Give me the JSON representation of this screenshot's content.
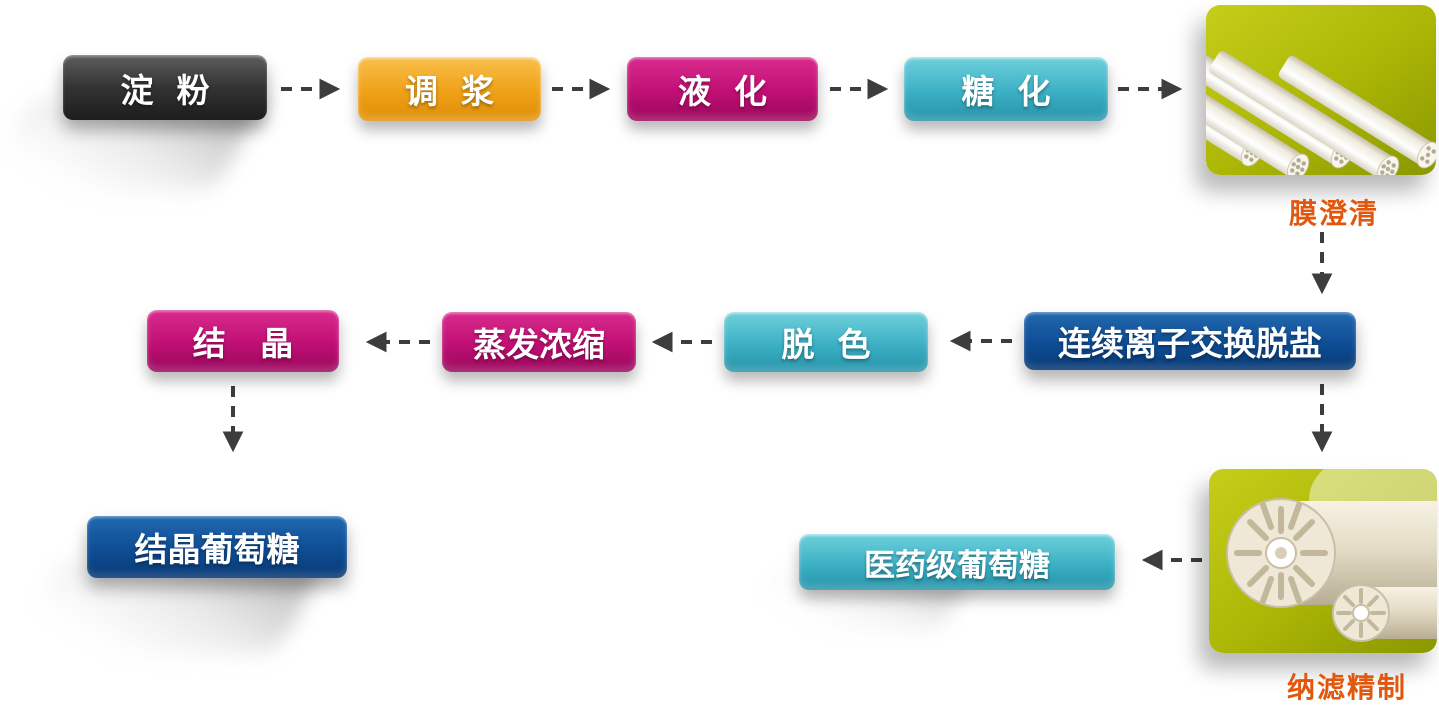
{
  "nodes": {
    "starch": "淀  粉",
    "slurry": "调  浆",
    "liquefaction": "液  化",
    "saccharification": "糖  化",
    "ion_exchange": "连续离子交换脱盐",
    "decolorization": "脱  色",
    "evaporation": "蒸发浓缩",
    "crystallization": "结   晶",
    "crystalline_glucose": "结晶葡萄糖",
    "pharma_glucose": "医药级葡萄糖"
  },
  "captions": {
    "membrane_clarification": "膜澄清",
    "nanofiltration_refining": "纳滤精制"
  },
  "images": {
    "membrane_photo": "ceramic-membrane-tubes",
    "nanofiltration_photo": "spiral-wound-membrane-modules"
  },
  "colors": {
    "orange_box": "#efa117",
    "orange_box_light": "#f9c04c",
    "magenta_box": "#c00f74",
    "teal_box": "#3cb0c4",
    "blue_box": "#0e4d95",
    "dark_box": "#333333",
    "caption_text": "#e2570e",
    "arrow": "#3d3d3d",
    "photo_bg": "#aeb906"
  }
}
